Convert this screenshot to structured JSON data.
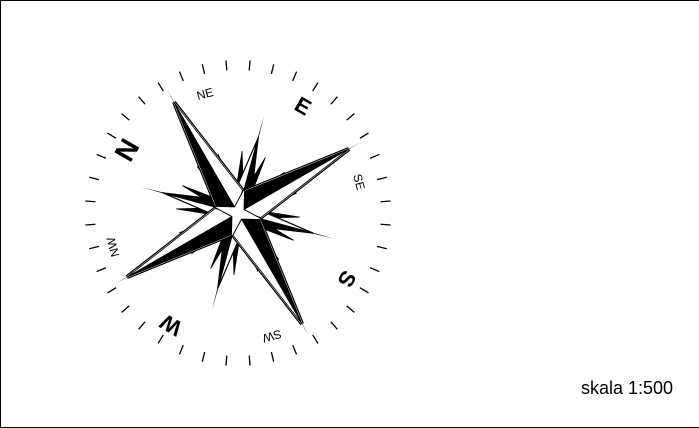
{
  "compass": {
    "labels": {
      "north": "N",
      "northeast": "NE",
      "east": "E",
      "southeast": "SE",
      "south": "S",
      "southwest": "SW",
      "west": "W",
      "northwest": "NW"
    }
  },
  "scale_label": "skala 1:500",
  "colors": {
    "ink": "#000000",
    "paper": "#ffffff"
  }
}
